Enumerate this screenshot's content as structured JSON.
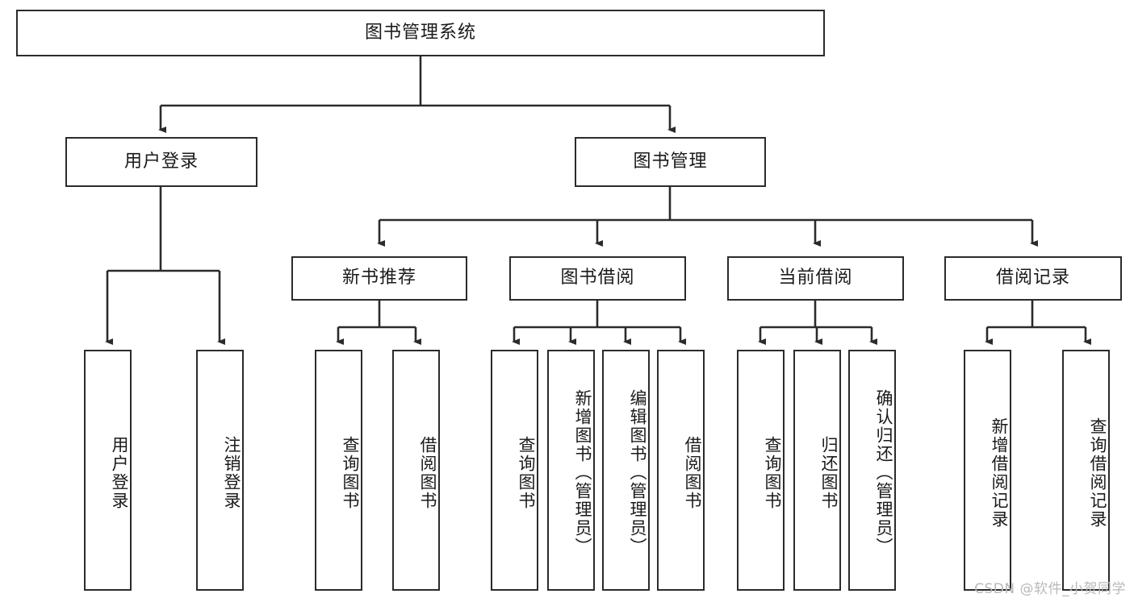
{
  "diagram": {
    "title": "图书管理系统",
    "type": "hierarchy-tree",
    "root": {
      "label": "图书管理系统"
    },
    "level2": [
      {
        "label": "用户登录"
      },
      {
        "label": "图书管理"
      }
    ],
    "level3": [
      {
        "label": "新书推荐"
      },
      {
        "label": "图书借阅"
      },
      {
        "label": "当前借阅"
      },
      {
        "label": "借阅记录"
      }
    ],
    "leaves": {
      "user_login": [
        {
          "label": "用户登录"
        },
        {
          "label": "注销登录"
        }
      ],
      "new_book_recommend": [
        {
          "label": "查询图书"
        },
        {
          "label": "借阅图书"
        }
      ],
      "book_borrow": [
        {
          "label": "查询图书"
        },
        {
          "label": "新增图书（管理员）"
        },
        {
          "label": "编辑图书（管理员）"
        },
        {
          "label": "借阅图书"
        }
      ],
      "current_borrow": [
        {
          "label": "查询图书"
        },
        {
          "label": "归还图书"
        },
        {
          "label": "确认归还（管理员）"
        }
      ],
      "borrow_records": [
        {
          "label": "新增借阅记录"
        },
        {
          "label": "查询借阅记录"
        }
      ]
    }
  },
  "watermark": {
    "text": "CSDN @软件_小贺同学"
  },
  "colors": {
    "stroke": "#2b2b2b",
    "background": "#ffffff",
    "text": "#1a1a1a",
    "watermark": "#b9b9b9"
  }
}
